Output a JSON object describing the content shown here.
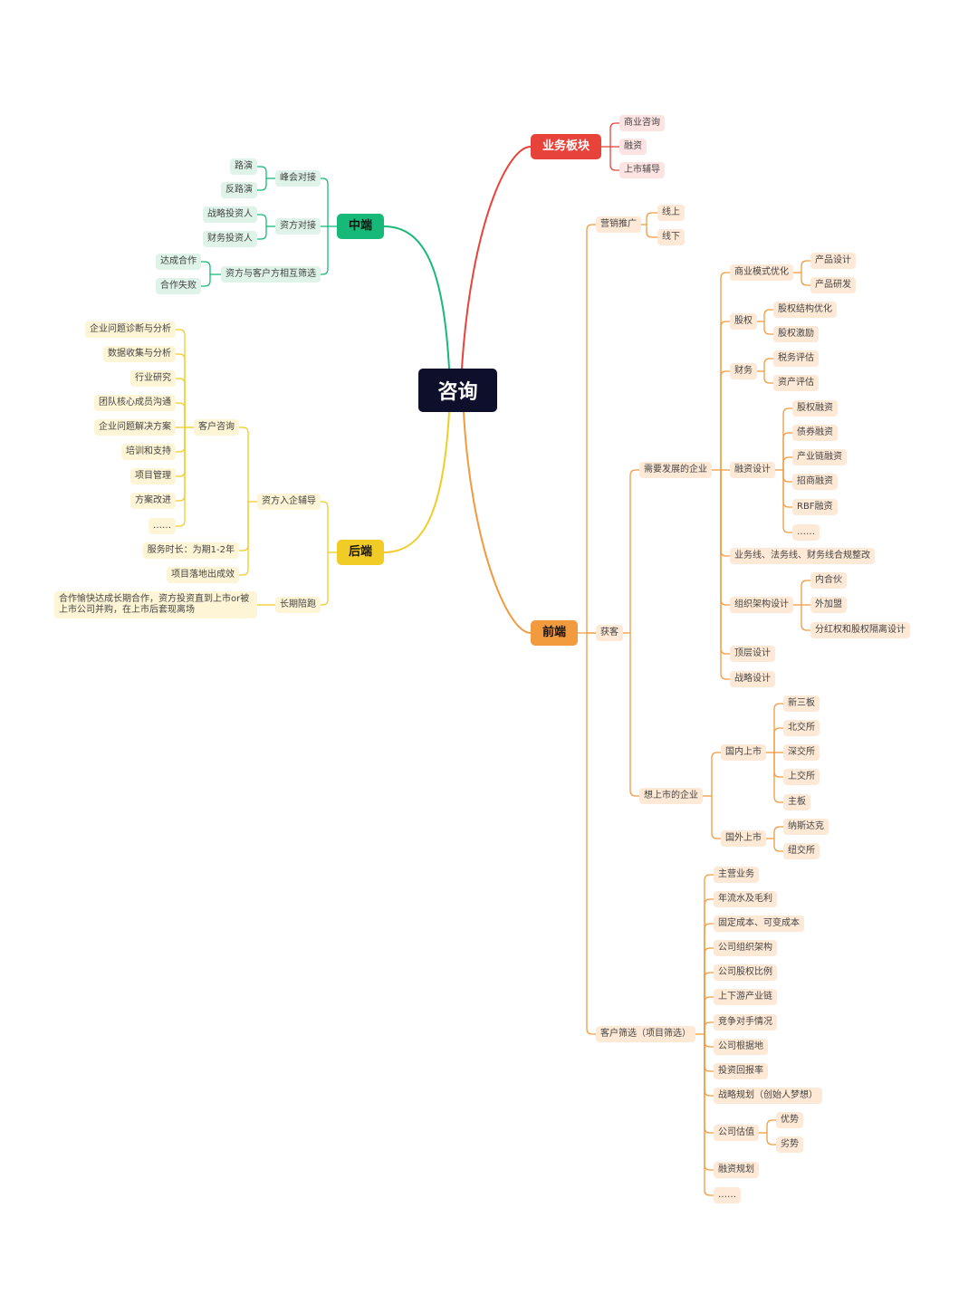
{
  "root": "咨询",
  "colors": {
    "red": "#e8433a",
    "green": "#16b978",
    "yellow": "#f1cc27",
    "orange": "#f19a3e",
    "dark": "#0e0f2a"
  },
  "branches": {
    "business": {
      "label": "业务板块",
      "items": [
        "商业咨询",
        "融资",
        "上市辅导"
      ]
    },
    "middle": {
      "label": "中端",
      "road_match": {
        "label": "峰会对接",
        "items": [
          "路演",
          "反路演"
        ]
      },
      "investor_match": {
        "label": "资方对接",
        "items": [
          "战略投资人",
          "财务投资人"
        ]
      },
      "mutual_screen": {
        "label": "资方与客户方相互筛选",
        "items": [
          "达成合作",
          "合作失败"
        ]
      }
    },
    "back": {
      "label": "后端",
      "guidance": {
        "label": "资方入企辅导",
        "consult": {
          "label": "客户咨询",
          "items": [
            "企业问题诊断与分析",
            "数据收集与分析",
            "行业研究",
            "团队核心成员沟通",
            "企业问题解决方案",
            "培训和支持",
            "项目管理",
            "方案改进",
            "……"
          ]
        },
        "duration": "服务时长：为期1-2年",
        "outcome": "项目落地出成效"
      },
      "long_term": {
        "label": "长期陪跑",
        "items": [
          "合作愉快达成长期合作，资方投资直到上市or被上市公司并购，在上市后套现离场"
        ]
      }
    },
    "front": {
      "label": "前端",
      "acquire": {
        "label": "获客"
      },
      "marketing": {
        "label": "营销推广",
        "items": [
          "线上",
          "线下"
        ]
      },
      "develop": {
        "label": "需要发展的企业",
        "model": {
          "label": "商业模式优化",
          "items": [
            "产品设计",
            "产品研发"
          ]
        },
        "equity": {
          "label": "股权",
          "items": [
            "股权结构优化",
            "股权激励"
          ]
        },
        "finance": {
          "label": "财务",
          "items": [
            "税务评估",
            "资产评估"
          ]
        },
        "funding": {
          "label": "融资设计",
          "items": [
            "股权融资",
            "债券融资",
            "产业链融资",
            "招商融资",
            "RBF融资",
            "……"
          ]
        },
        "compliance": "业务线、法务线、财务线合规整改",
        "org": {
          "label": "组织架构设计",
          "items": [
            "内合伙",
            "外加盟",
            "分红权和股权隔离设计"
          ]
        },
        "top": "顶层设计",
        "strategy": "战略设计"
      },
      "listing": {
        "label": "想上市的企业",
        "domestic": {
          "label": "国内上市",
          "items": [
            "新三板",
            "北交所",
            "深交所",
            "上交所",
            "主板"
          ]
        },
        "overseas": {
          "label": "国外上市",
          "items": [
            "纳斯达克",
            "纽交所"
          ]
        }
      },
      "screen": {
        "label": "客户筛选（项目筛选）",
        "items": [
          "主营业务",
          "年流水及毛利",
          "固定成本、可变成本",
          "公司组织架构",
          "公司股权比例",
          "上下游产业链",
          "竞争对手情况",
          "公司根据地",
          "投资回报率",
          "战略规划（创始人梦想）"
        ],
        "valuation": {
          "label": "公司估值",
          "items": [
            "优势",
            "劣势"
          ]
        },
        "financing_plan": "融资规划",
        "more": "……"
      }
    }
  }
}
